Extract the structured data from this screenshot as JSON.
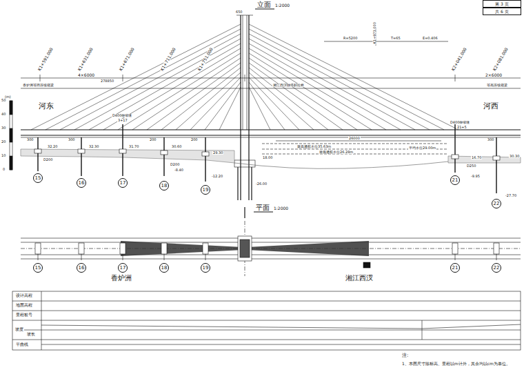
{
  "diagram": {
    "nodes": [
      {
        "text": [
          "第 3 页"
        ]
      },
      {
        "text": [
          "共 6 页"
        ]
      },
      {
        "text": [
          "15"
        ]
      },
      {
        "text": [
          "16"
        ]
      },
      {
        "text": [
          "17"
        ]
      },
      {
        "text": [
          "18"
        ]
      },
      {
        "text": [
          "19"
        ]
      },
      {
        "text": [
          "21"
        ]
      },
      {
        "text": [
          "22"
        ]
      },
      {
        "text": [
          "15"
        ]
      },
      {
        "text": [
          "16"
        ]
      },
      {
        "text": [
          "17"
        ]
      },
      {
        "text": [
          "18"
        ]
      },
      {
        "text": [
          "19"
        ]
      },
      {
        "text": [
          "21"
        ]
      },
      {
        "text": [
          "22"
        ]
      }
    ],
    "labels": [
      "立面",
      "1:2000",
      "650",
      "K1+591.000",
      "K1+631.000",
      "K1+671.000",
      "K1+711.000",
      "K1+751.000",
      "K2+041.000",
      "K2+081.000",
      "4×6000",
      "278850",
      "2×6000",
      "香炉洲等跨连续箱梁",
      "等高连续箱梁",
      "湘江西汊独塔斜拉桥",
      "R=5200",
      "T=65",
      "E=0.406",
      "K1+973.000",
      "(m)",
      "50",
      "40",
      "30",
      "20",
      "10",
      "0",
      "河东",
      "河西",
      "D400伸缩缝",
      "3+17",
      "D400伸缩缝",
      "21+5",
      "300",
      "32.20",
      "300",
      "32.30",
      "31.70",
      "200",
      "30.60",
      "200",
      "29.30",
      "26000",
      "最高通航水位35.63m",
      "最低通航水位26.28m",
      "平均水位29.00m",
      "18.00",
      "16.70",
      "300",
      "30.30",
      "D200",
      "D200",
      "D250",
      "-8.40",
      "-12.20",
      "-26.00",
      "-9.95",
      "-27.70",
      "平面",
      "1:2000",
      "香炉洲",
      "湘江西汊",
      "设计高程",
      "地面高程",
      "里程桩号",
      "坡度",
      "坡长",
      "平曲线",
      "注:",
      "1、本图尺寸除标高、里程以m计外，其余均以cm为单位。"
    ]
  }
}
